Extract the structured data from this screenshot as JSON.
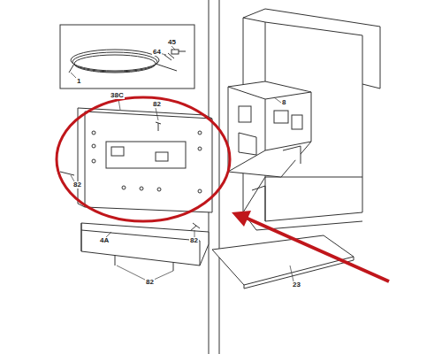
{
  "diagram": {
    "labels": [
      "45",
      "64",
      "1",
      "38C",
      "82",
      "8",
      "82",
      "82",
      "4A",
      "82",
      "23"
    ]
  }
}
